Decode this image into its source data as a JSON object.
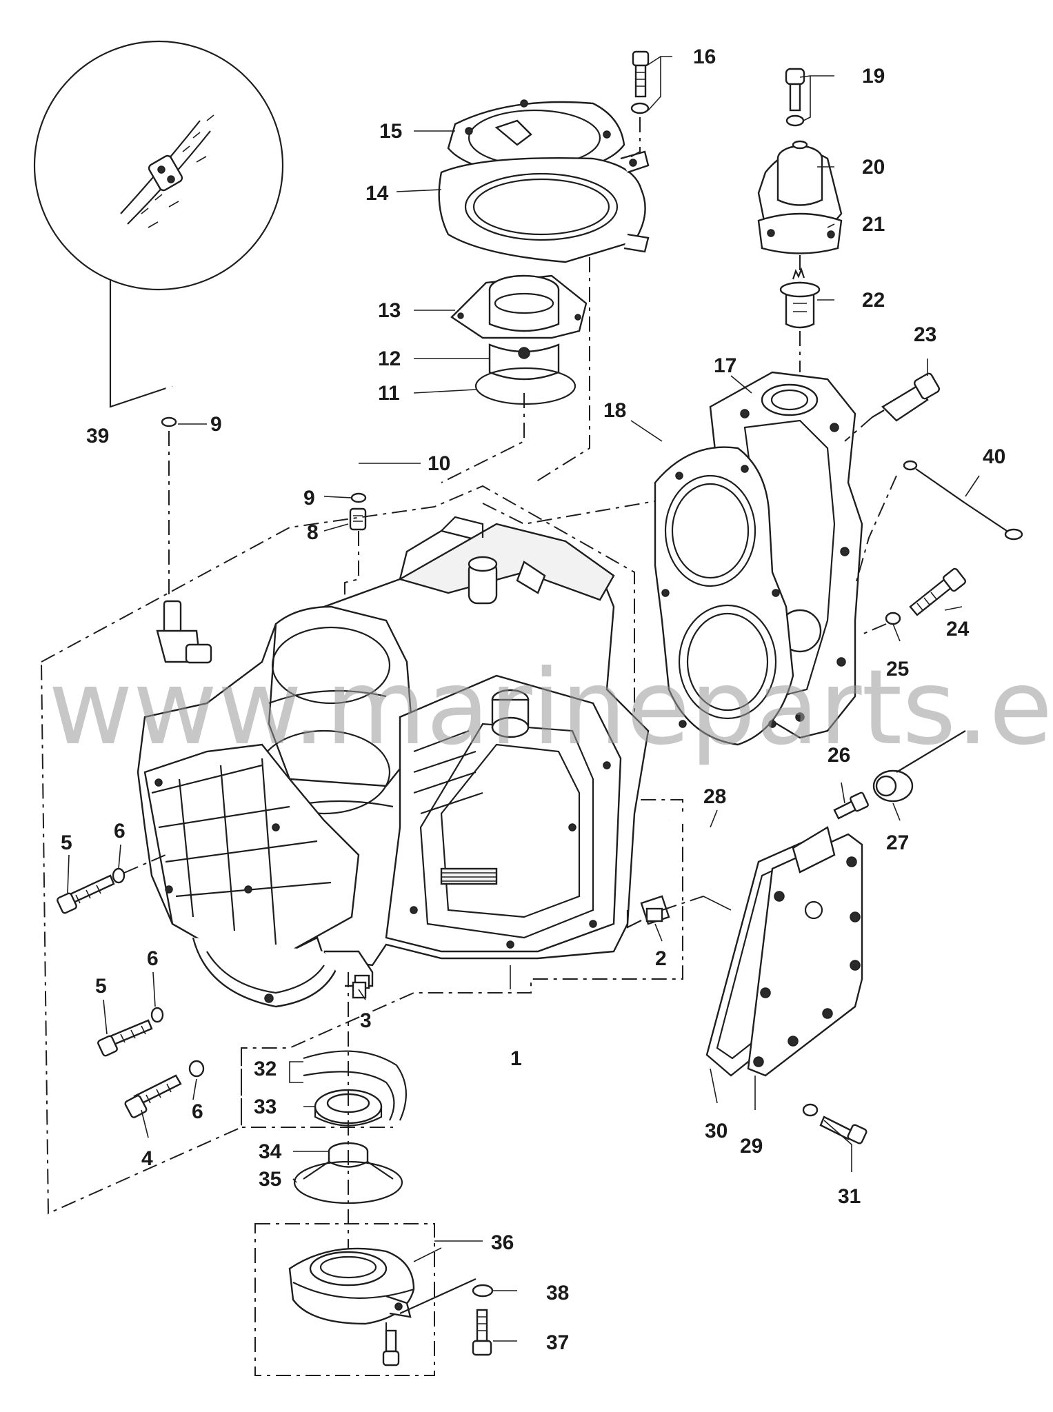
{
  "watermark": "www.marineparts.eu",
  "callouts": [
    "1",
    "2",
    "3",
    "4",
    "5",
    "5",
    "6",
    "6",
    "6",
    "8",
    "9",
    "9",
    "10",
    "11",
    "12",
    "13",
    "14",
    "15",
    "16",
    "17",
    "18",
    "19",
    "20",
    "21",
    "22",
    "23",
    "24",
    "25",
    "26",
    "27",
    "28",
    "29",
    "30",
    "31",
    "32",
    "33",
    "34",
    "35",
    "36",
    "37",
    "38",
    "39",
    "40"
  ],
  "colors": {
    "line": "#1e1e1e",
    "watermark": "#9a9a9a",
    "background": "#ffffff"
  }
}
